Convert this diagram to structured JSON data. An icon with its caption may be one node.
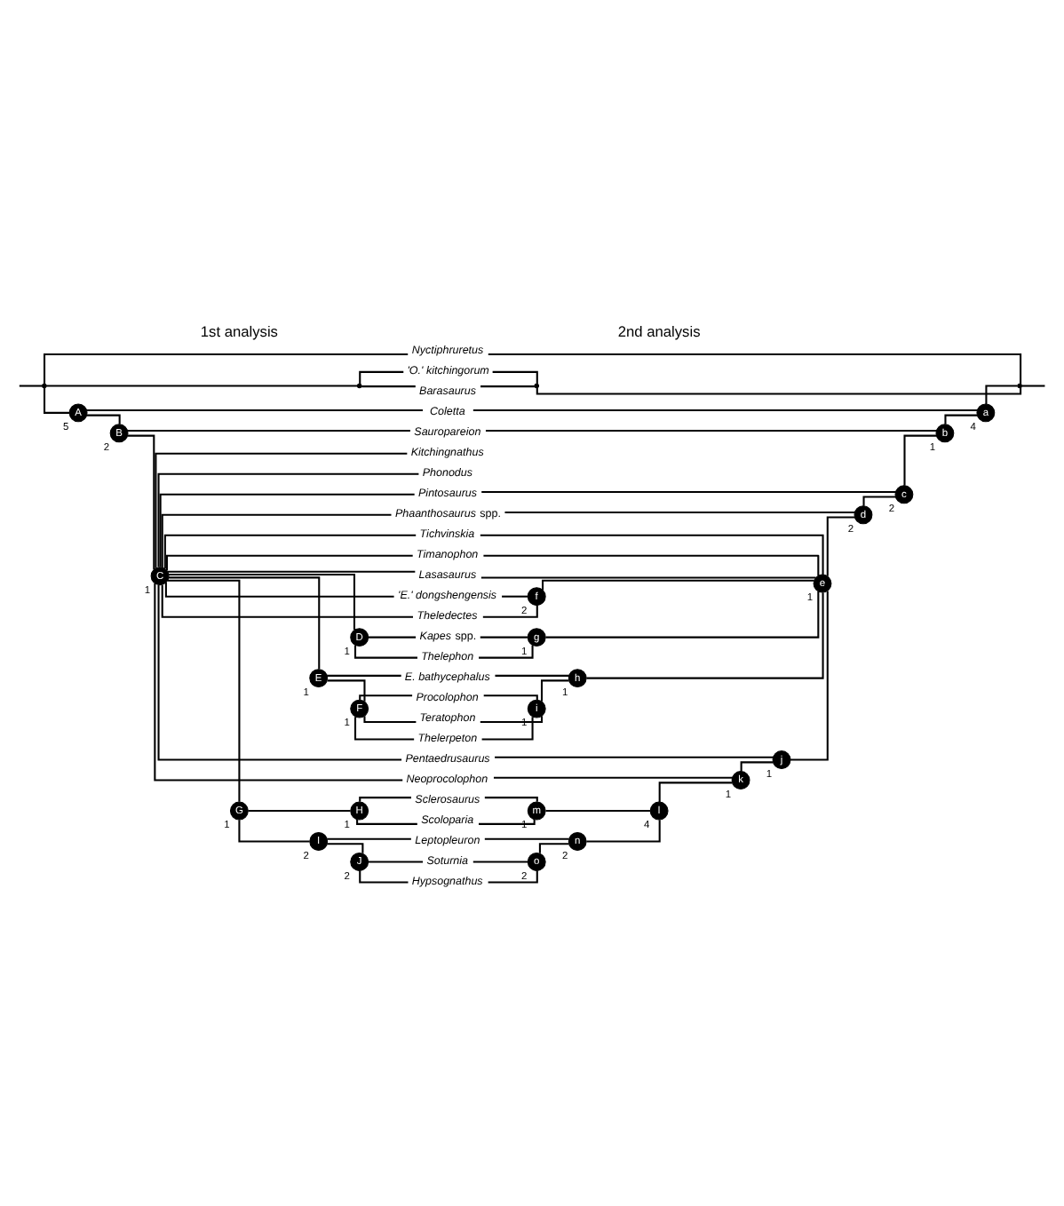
{
  "diagram": {
    "nodes": [
      {
        "text": [],
        "shape": "point"
      },
      {
        "text": [],
        "shape": "point"
      },
      {
        "text": [
          "A"
        ],
        "beside": [
          "5"
        ]
      },
      {
        "text": [
          "B"
        ],
        "beside": [
          "2"
        ]
      },
      {
        "text": [
          "C"
        ],
        "beside": [
          "1"
        ]
      },
      {
        "text": [
          "D"
        ],
        "beside": [
          "1"
        ]
      },
      {
        "text": [
          "E"
        ],
        "beside": [
          "1"
        ]
      },
      {
        "text": [
          "F"
        ],
        "beside": [
          "1"
        ]
      },
      {
        "text": [
          "G"
        ],
        "beside": [
          "1"
        ]
      },
      {
        "text": [
          "H"
        ],
        "beside": [
          "1"
        ]
      },
      {
        "text": [
          "I"
        ],
        "beside": [
          "2"
        ]
      },
      {
        "text": [
          "J"
        ],
        "beside": [
          "2"
        ]
      },
      {
        "text": [
          "*Nyctiphruretus*"
        ]
      },
      {
        "text": [
          "*'O.' kitchingorum*"
        ]
      },
      {
        "text": [
          "*Barasaurus*"
        ]
      },
      {
        "text": [
          "*Coletta*"
        ]
      },
      {
        "text": [
          "*Sauropareion*"
        ]
      },
      {
        "text": [
          "*Kitchingnathus*"
        ]
      },
      {
        "text": [
          "*Phonodus*"
        ]
      },
      {
        "text": [
          "*Pintosaurus*"
        ]
      },
      {
        "text": [
          "*Phaanthosaurus* spp."
        ]
      },
      {
        "text": [
          "*Tichvinskia*"
        ]
      },
      {
        "text": [
          "*Timanophon*"
        ]
      },
      {
        "text": [
          "*Lasasaurus*"
        ]
      },
      {
        "text": [
          "*'E.' dongshengensis*"
        ]
      },
      {
        "text": [
          "*Theledectes*"
        ]
      },
      {
        "text": [
          "*Kapes* spp."
        ]
      },
      {
        "text": [
          "*Thelephon*"
        ]
      },
      {
        "text": [
          "*E. bathycephalus*"
        ]
      },
      {
        "text": [
          "*Procolophon*"
        ]
      },
      {
        "text": [
          "*Teratophon*"
        ]
      },
      {
        "text": [
          "*Thelerpeton*"
        ]
      },
      {
        "text": [
          "*Pentaedrusaurus*"
        ]
      },
      {
        "text": [
          "*Neoprocolophon*"
        ]
      },
      {
        "text": [
          "*Sclerosaurus*"
        ]
      },
      {
        "text": [
          "*Scoloparia*"
        ]
      },
      {
        "text": [
          "*Leptopleuron*"
        ]
      },
      {
        "text": [
          "*Soturnia*"
        ]
      },
      {
        "text": [
          "*Hypsognathus*"
        ]
      },
      {
        "text": [],
        "shape": "point"
      },
      {
        "text": [],
        "shape": "point"
      },
      {
        "text": [
          "a"
        ],
        "beside": [
          "4"
        ]
      },
      {
        "text": [
          "b"
        ],
        "beside": [
          "1"
        ]
      },
      {
        "text": [
          "c"
        ],
        "beside": [
          "2"
        ]
      },
      {
        "text": [
          "d"
        ],
        "beside": [
          "2"
        ]
      },
      {
        "text": [
          "e"
        ],
        "beside": [
          "1"
        ]
      },
      {
        "text": [
          "f"
        ],
        "beside": [
          "2"
        ]
      },
      {
        "text": [
          "g"
        ],
        "beside": [
          "1"
        ]
      },
      {
        "text": [
          "h"
        ],
        "beside": [
          "1"
        ]
      },
      {
        "text": [
          "i"
        ],
        "beside": [
          "1"
        ]
      },
      {
        "text": [
          "j"
        ],
        "beside": [
          "1"
        ]
      },
      {
        "text": [
          "k"
        ],
        "beside": [
          "1"
        ]
      },
      {
        "text": [
          "l"
        ],
        "beside": [
          "4"
        ]
      },
      {
        "text": [
          "m"
        ],
        "beside": [
          "1"
        ]
      },
      {
        "text": [
          "n"
        ],
        "beside": [
          "2"
        ]
      },
      {
        "text": [
          "o"
        ],
        "beside": [
          "2"
        ]
      }
    ],
    "edges": [
      {
        "from": null,
        "to": 0,
        "arrow": "none"
      },
      {
        "from": 0,
        "to": 12,
        "arrow": "none"
      },
      {
        "from": 0,
        "to": 1,
        "arrow": "none"
      },
      {
        "from": 1,
        "to": 13,
        "arrow": "none"
      },
      {
        "from": 1,
        "to": 14,
        "arrow": "none"
      },
      {
        "from": 0,
        "to": 2,
        "arrow": "none"
      },
      {
        "from": 2,
        "to": 15,
        "arrow": "none"
      },
      {
        "from": 2,
        "to": 3,
        "arrow": "none"
      },
      {
        "from": 3,
        "to": 16,
        "arrow": "none"
      },
      {
        "from": 3,
        "to": 4,
        "arrow": "none"
      },
      {
        "from": 4,
        "to": 17,
        "arrow": "none"
      },
      {
        "from": 4,
        "to": 18,
        "arrow": "none"
      },
      {
        "from": 4,
        "to": 19,
        "arrow": "none"
      },
      {
        "from": 4,
        "to": 20,
        "arrow": "none"
      },
      {
        "from": 4,
        "to": 21,
        "arrow": "none"
      },
      {
        "from": 4,
        "to": 22,
        "arrow": "none"
      },
      {
        "from": 4,
        "to": 23,
        "arrow": "none"
      },
      {
        "from": 4,
        "to": 24,
        "arrow": "none"
      },
      {
        "from": 4,
        "to": 25,
        "arrow": "none"
      },
      {
        "from": 4,
        "to": 5,
        "arrow": "none"
      },
      {
        "from": 5,
        "to": 26,
        "arrow": "none"
      },
      {
        "from": 5,
        "to": 27,
        "arrow": "none"
      },
      {
        "from": 4,
        "to": 6,
        "arrow": "none"
      },
      {
        "from": 6,
        "to": 28,
        "arrow": "none"
      },
      {
        "from": 6,
        "to": 7,
        "arrow": "none"
      },
      {
        "from": 7,
        "to": 29,
        "arrow": "none"
      },
      {
        "from": 7,
        "to": 30,
        "arrow": "none"
      },
      {
        "from": 7,
        "to": 31,
        "arrow": "none"
      },
      {
        "from": 4,
        "to": 32,
        "arrow": "none"
      },
      {
        "from": 4,
        "to": 33,
        "arrow": "none"
      },
      {
        "from": 4,
        "to": 8,
        "arrow": "none"
      },
      {
        "from": 8,
        "to": 9,
        "arrow": "none"
      },
      {
        "from": 9,
        "to": 34,
        "arrow": "none"
      },
      {
        "from": 9,
        "to": 35,
        "arrow": "none"
      },
      {
        "from": 8,
        "to": 10,
        "arrow": "none"
      },
      {
        "from": 10,
        "to": 36,
        "arrow": "none"
      },
      {
        "from": 10,
        "to": 11,
        "arrow": "none"
      },
      {
        "from": 11,
        "to": 37,
        "arrow": "none"
      },
      {
        "from": 11,
        "to": 38,
        "arrow": "none"
      },
      {
        "from": null,
        "to": 40,
        "arrow": "none"
      },
      {
        "from": 40,
        "to": 12,
        "arrow": "none"
      },
      {
        "from": 40,
        "to": 39,
        "arrow": "none"
      },
      {
        "from": 39,
        "to": 13,
        "arrow": "none"
      },
      {
        "from": 39,
        "to": 14,
        "arrow": "none"
      },
      {
        "from": 40,
        "to": 41,
        "arrow": "none"
      },
      {
        "from": 41,
        "to": 15,
        "arrow": "none"
      },
      {
        "from": 41,
        "to": 42,
        "arrow": "none"
      },
      {
        "from": 42,
        "to": 16,
        "arrow": "none"
      },
      {
        "from": 42,
        "to": 43,
        "arrow": "none"
      },
      {
        "from": 43,
        "to": 19,
        "arrow": "none"
      },
      {
        "from": 43,
        "to": 44,
        "arrow": "none"
      },
      {
        "from": 44,
        "to": 20,
        "arrow": "none"
      },
      {
        "from": 44,
        "to": 45,
        "arrow": "none"
      },
      {
        "from": 45,
        "to": 21,
        "arrow": "none"
      },
      {
        "from": 45,
        "to": 22,
        "arrow": "none"
      },
      {
        "from": 45,
        "to": 23,
        "arrow": "none"
      },
      {
        "from": 45,
        "to": 46,
        "arrow": "none"
      },
      {
        "from": 46,
        "to": 24,
        "arrow": "none"
      },
      {
        "from": 46,
        "to": 25,
        "arrow": "none"
      },
      {
        "from": 45,
        "to": 47,
        "arrow": "none"
      },
      {
        "from": 47,
        "to": 26,
        "arrow": "none"
      },
      {
        "from": 47,
        "to": 27,
        "arrow": "none"
      },
      {
        "from": 45,
        "to": 48,
        "arrow": "none"
      },
      {
        "from": 48,
        "to": 28,
        "arrow": "none"
      },
      {
        "from": 48,
        "to": 49,
        "arrow": "none"
      },
      {
        "from": 49,
        "to": 29,
        "arrow": "none"
      },
      {
        "from": 49,
        "to": 30,
        "arrow": "none"
      },
      {
        "from": 49,
        "to": 31,
        "arrow": "none"
      },
      {
        "from": 45,
        "to": 50,
        "arrow": "none"
      },
      {
        "from": 50,
        "to": 32,
        "arrow": "none"
      },
      {
        "from": 50,
        "to": 51,
        "arrow": "none"
      },
      {
        "from": 51,
        "to": 33,
        "arrow": "none"
      },
      {
        "from": 51,
        "to": 52,
        "arrow": "none"
      },
      {
        "from": 52,
        "to": 53,
        "arrow": "none"
      },
      {
        "from": 53,
        "to": 34,
        "arrow": "none"
      },
      {
        "from": 53,
        "to": 35,
        "arrow": "none"
      },
      {
        "from": 52,
        "to": 54,
        "arrow": "none"
      },
      {
        "from": 54,
        "to": 36,
        "arrow": "none"
      },
      {
        "from": 54,
        "to": 55,
        "arrow": "none"
      },
      {
        "from": 55,
        "to": 37,
        "arrow": "none"
      },
      {
        "from": 55,
        "to": 38,
        "arrow": "none"
      }
    ],
    "labels": [
      "1st analysis",
      "2nd analysis"
    ]
  }
}
